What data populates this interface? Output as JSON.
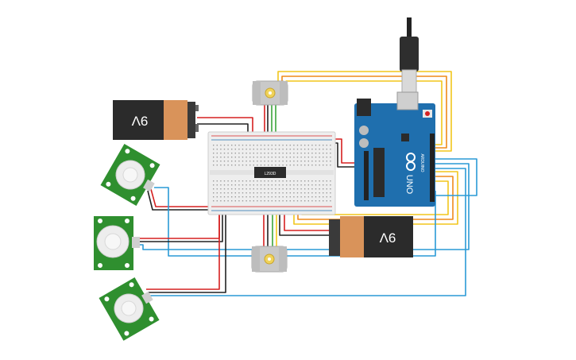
{
  "battery_label": "9V",
  "chip_label": "L293D",
  "arduino": {
    "brand": "ARDUINO",
    "model": "UNO"
  },
  "colors": {
    "battery_body": "#2b2b2b",
    "battery_cap": "#d9935a",
    "breadboard": "#eeeeee",
    "arduino": "#1f6fae",
    "pir_board": "#2f8f2f",
    "motor": "#c9c9c9",
    "wire_red": "#d62020",
    "wire_black": "#222222",
    "wire_yellow": "#f2c61c",
    "wire_orange": "#ef8a1a",
    "wire_blue": "#2a9ad6",
    "wire_green": "#3aa53a"
  }
}
